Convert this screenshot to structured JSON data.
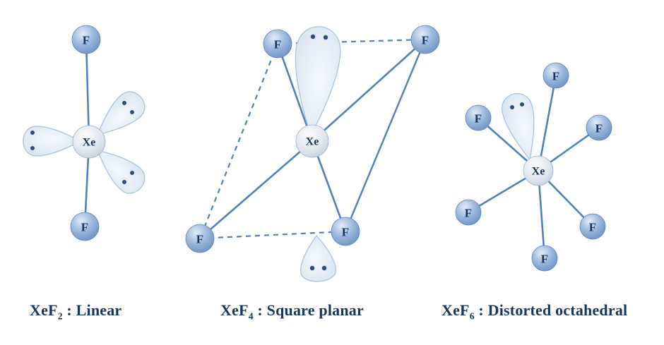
{
  "atoms": {
    "xenon": "Xe",
    "fluorine": "F"
  },
  "colors": {
    "bond": "#4f81bd",
    "fluorine_sphere": "#8fb0d8",
    "xenon_sphere": "#dde3ee",
    "lobe_fill": "#dfe9f4",
    "atom_label": "#17365d",
    "caption_text": "#17365d",
    "electron_dot": "#2c4d7e",
    "background": "#ffffff"
  },
  "molecules": [
    {
      "formula": "XeF2",
      "caption": {
        "prefix": "XeF",
        "subscript": "2",
        "suffix": " : Linear"
      },
      "geometry": "Linear",
      "fluorine_count": 2,
      "lone_pair_count": 3
    },
    {
      "formula": "XeF4",
      "caption": {
        "prefix": "XeF",
        "subscript": "4",
        "suffix": " : Square planar"
      },
      "geometry": "Square planar",
      "fluorine_count": 4,
      "lone_pair_count": 2
    },
    {
      "formula": "XeF6",
      "caption": {
        "prefix": "XeF",
        "subscript": "6",
        "suffix": " : Distorted octahedral"
      },
      "geometry": "Distorted octahedral",
      "fluorine_count": 6,
      "lone_pair_count": 1
    }
  ]
}
